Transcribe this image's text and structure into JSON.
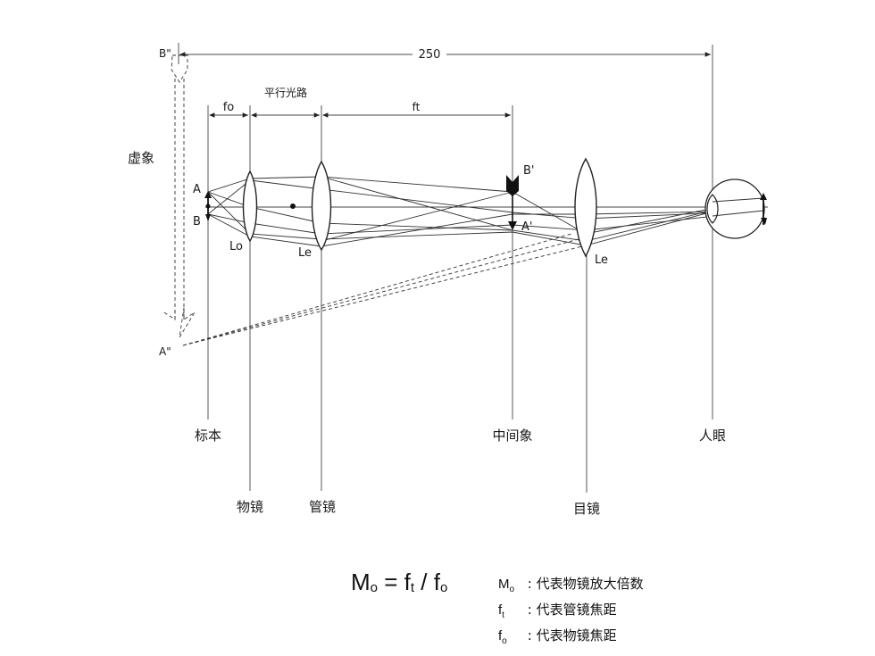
{
  "dimension": {
    "total": "250",
    "fo": "fo",
    "ft": "ft",
    "parallel": "平行光路"
  },
  "points": {
    "A": "A",
    "B": "B",
    "B_prime": "B'",
    "A_prime": "A'",
    "B_virtual": "B\"",
    "A_virtual": "A\""
  },
  "lenses": {
    "objective": "Lo",
    "tube": "Le",
    "eyepiece": "Le"
  },
  "annotations": {
    "virtual_image": "虚象"
  },
  "planes": {
    "specimen": "标本",
    "objective": "物镜",
    "tube_lens": "管镜",
    "intermediate_image": "中间象",
    "eyepiece": "目镜",
    "eye": "人眼"
  },
  "formula": {
    "lhs": "M",
    "lhs_sub": "o",
    "eq": " = ",
    "num": "f",
    "num_sub": "t",
    "div": " / ",
    "den": "f",
    "den_sub": "o"
  },
  "legend": [
    {
      "sym": "M",
      "sub": "o",
      "text": " : 代表物镜放大倍数"
    },
    {
      "sym": "f",
      "sub": "t",
      "text": " : 代表管镜焦距"
    },
    {
      "sym": "f",
      "sub": "o",
      "text": " : 代表物镜焦距"
    }
  ]
}
